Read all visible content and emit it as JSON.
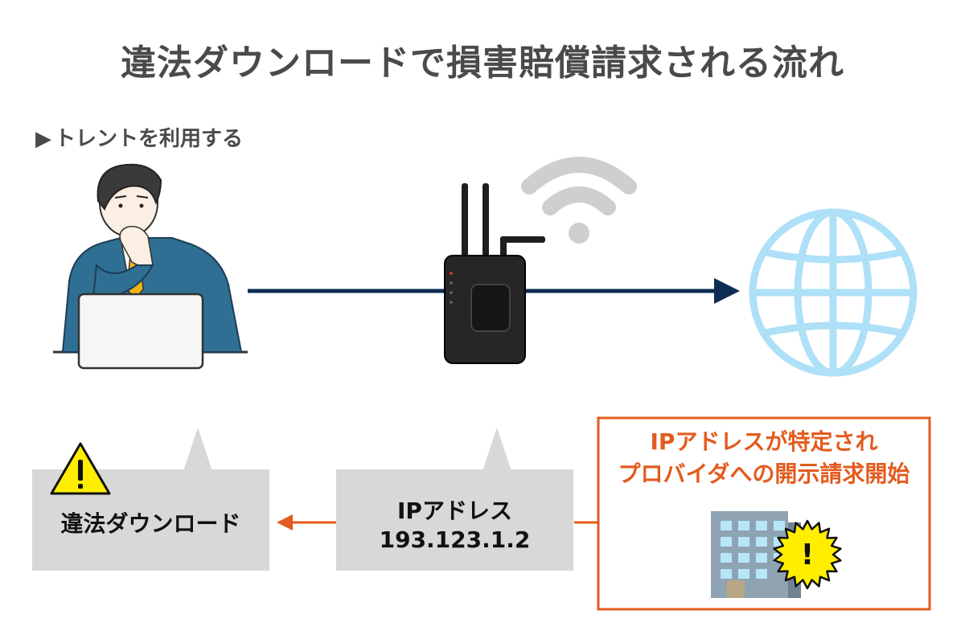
{
  "title": "違法ダウンロードで損害賠償請求される流れ",
  "subtitle": "トレントを利用する",
  "subtitle_marker": "▶",
  "bubble_download": {
    "label": "違法ダウンロード"
  },
  "bubble_ip": {
    "label": "IPアドレス",
    "address": "193.123.1.2"
  },
  "notice": {
    "line1": "IPアドレスが特定され",
    "line2": "プロバイダへの開示請求開始",
    "warning_mark": "!"
  },
  "colors": {
    "title_text": "#4a4a4a",
    "arrow_navy": "#0f2c52",
    "accent_orange": "#e35b1e",
    "bubble_gray": "#d8d8d8",
    "globe_blue": "#aee0f8",
    "warning_yellow": "#ffee00",
    "wifi_gray": "#cfcfcf"
  },
  "icons": {
    "person": "person-at-laptop-icon",
    "router": "wifi-router-icon",
    "wifi": "wifi-signal-icon",
    "globe": "globe-icon",
    "warning": "warning-triangle-icon",
    "building": "office-building-icon"
  }
}
